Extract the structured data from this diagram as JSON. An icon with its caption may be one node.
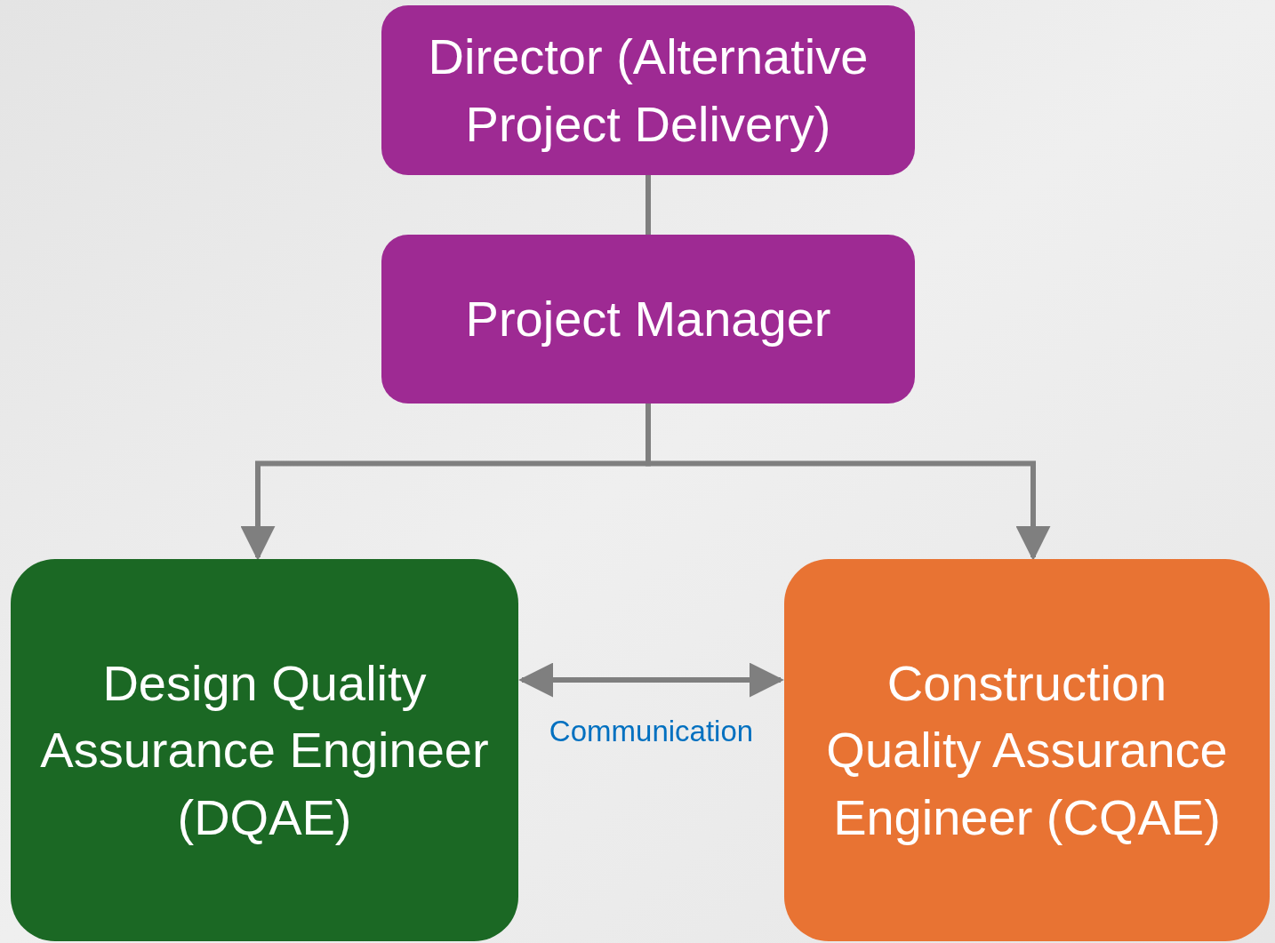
{
  "diagram": {
    "nodes": [
      {
        "text": [
          "Director (Alternative Project Delivery)"
        ]
      },
      {
        "text": [
          "Project Manager"
        ]
      },
      {
        "text": [
          "Design Quality Assurance Engineer (DQAE)"
        ]
      },
      {
        "text": [
          "Construction Quality Assurance Engineer (CQAE)"
        ]
      }
    ],
    "edges": [
      {
        "from": 0,
        "to": 1,
        "arrow": "none"
      },
      {
        "from": 1,
        "to": 2,
        "arrow": "to"
      },
      {
        "from": 1,
        "to": 3,
        "arrow": "to"
      },
      {
        "from": 2,
        "to": 3,
        "arrow": "both",
        "label": "Communication"
      }
    ]
  }
}
